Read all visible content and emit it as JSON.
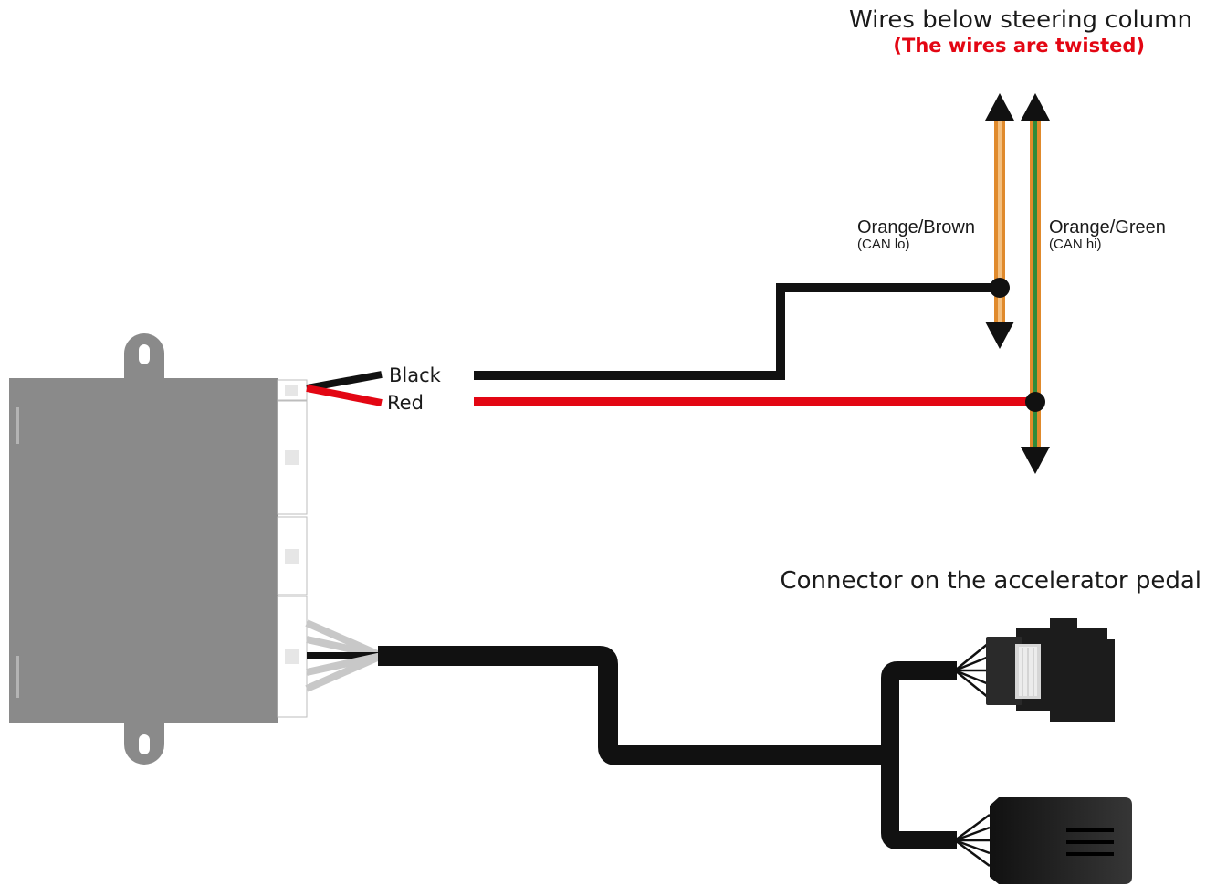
{
  "title_steering": "Wires below steering column",
  "title_twisted": "(The wires are twisted)",
  "label_orange_brown": "Orange/Brown",
  "label_can_lo": "(CAN lo)",
  "label_orange_green": "Orange/Green",
  "label_can_hi": "(CAN hi)",
  "label_black": "Black",
  "label_red": "Red",
  "title_pedal": "Connector on the accelerator pedal",
  "colors": {
    "accent_red": "#e30613",
    "wire_black": "#111111",
    "wire_orange": "#e08a2c",
    "wire_green": "#2e8b3a",
    "module_gray": "#8a8a8a",
    "connector_dark": "#1c1c1c"
  }
}
